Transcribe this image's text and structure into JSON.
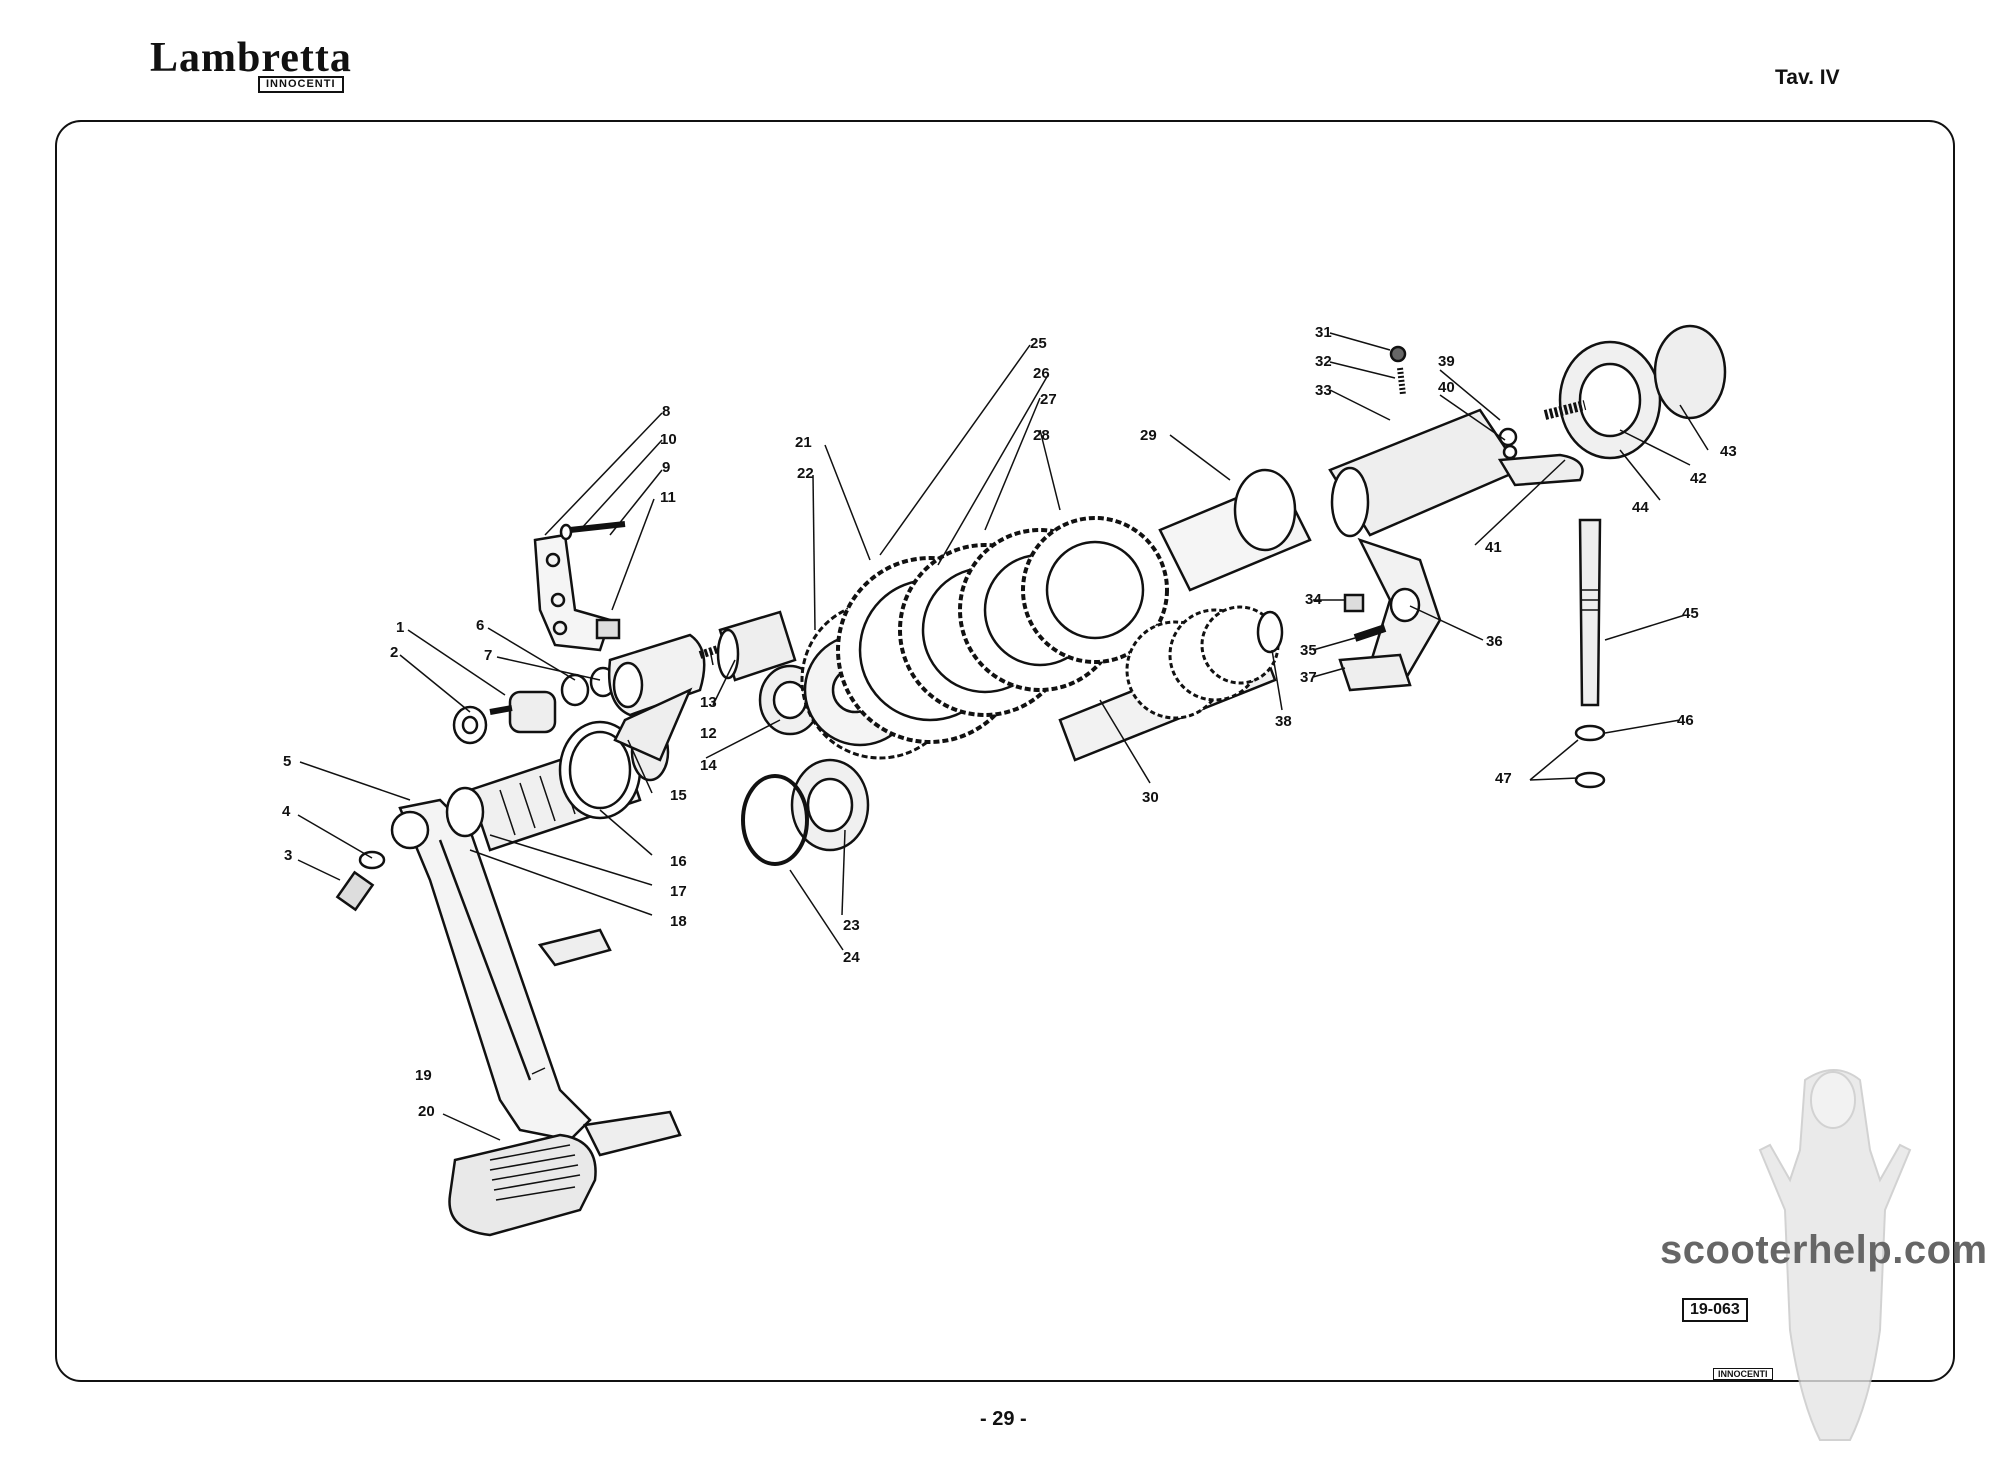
{
  "header": {
    "brand": "Lambretta",
    "brand_sub": "INNOCENTI",
    "table_ref": "Tav. IV"
  },
  "diagram": {
    "part_labels": [
      "1",
      "2",
      "3",
      "4",
      "5",
      "6",
      "7",
      "8",
      "9",
      "10",
      "11",
      "12",
      "13",
      "14",
      "15",
      "16",
      "17",
      "18",
      "19",
      "20",
      "21",
      "22",
      "23",
      "24",
      "25",
      "26",
      "27",
      "28",
      "29",
      "30",
      "31",
      "32",
      "33",
      "34",
      "35",
      "36",
      "37",
      "38",
      "39",
      "40",
      "41",
      "42",
      "43",
      "44",
      "45",
      "46",
      "47"
    ]
  },
  "footer": {
    "watermark": "scooterhelp.com",
    "drawing_code": "19-063",
    "brand_small": "INNOCENTI",
    "page_number": "- 29 -"
  }
}
